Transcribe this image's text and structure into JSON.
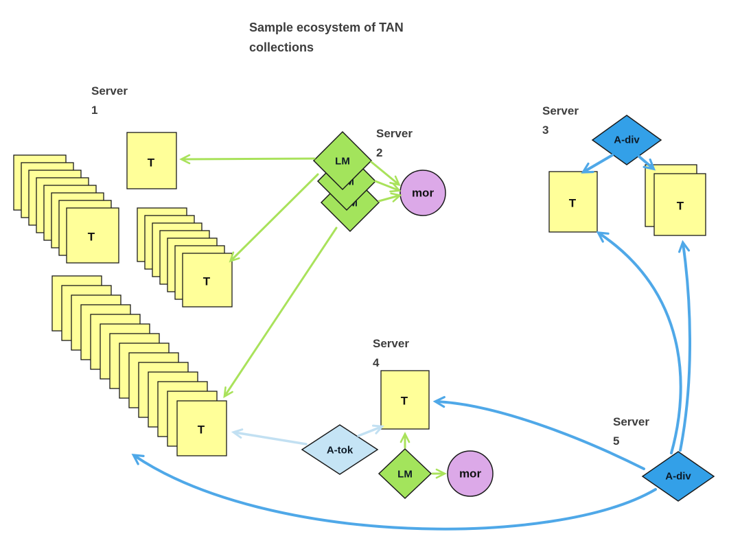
{
  "title": {
    "line1": "Sample ecosystem of TAN",
    "line2": "collections"
  },
  "servers": {
    "s1": {
      "name": "Server",
      "num": "1"
    },
    "s2": {
      "name": "Server",
      "num": "2"
    },
    "s3": {
      "name": "Server",
      "num": "3"
    },
    "s4": {
      "name": "Server",
      "num": "4"
    },
    "s5": {
      "name": "Server",
      "num": "5"
    }
  },
  "labels": {
    "t": "T",
    "lm": "LM",
    "adiv": "A-div",
    "atok": "A-tok",
    "mor": "mor"
  },
  "colors": {
    "document": "#FFFF99",
    "lm_diamond": "#A3E45C",
    "adiv_diamond": "#33A0E8",
    "atok_diamond": "#C5E4F5",
    "mor_circle": "#DCA9E8",
    "green_arrow": "#A9E25B",
    "blue_arrow": "#4FA8E8",
    "lightblue_arrow": "#C2E0F2",
    "label_text": "#3D3D3D"
  }
}
